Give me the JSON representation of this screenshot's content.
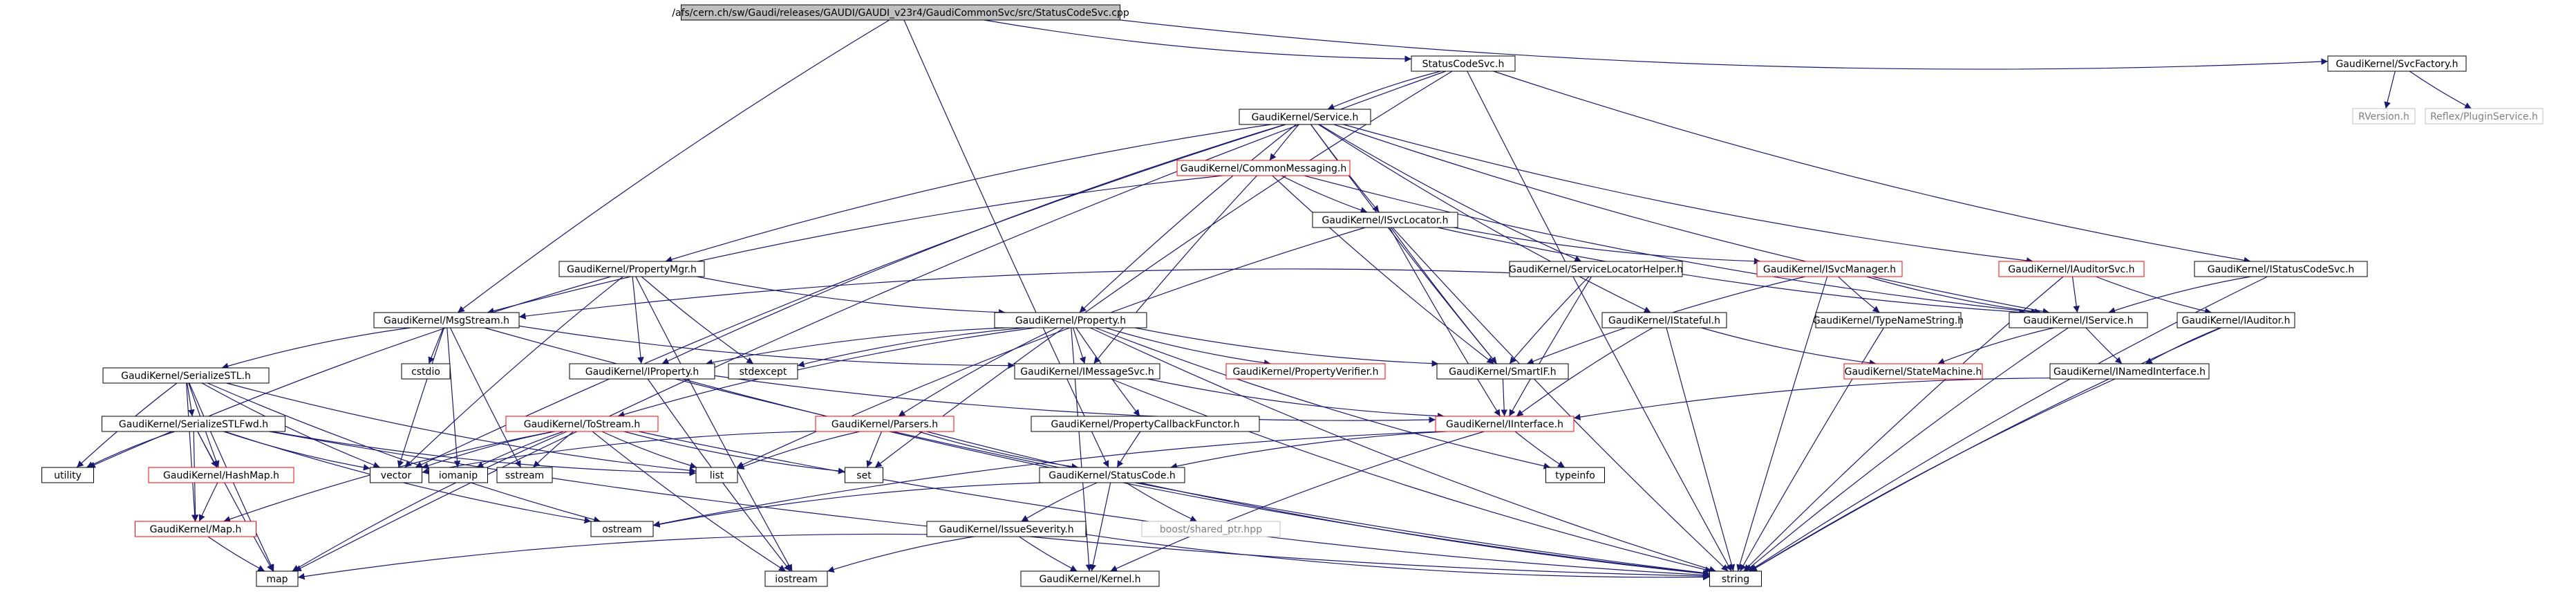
{
  "graph": {
    "colors": {
      "root_fill": "#bfbfbf",
      "node_fill": "#ffffff",
      "node_border": "#000000",
      "incomplete_border": "#ff0000",
      "external_border": "#bfbfbf",
      "external_text": "#808080",
      "edge": "#191970"
    },
    "nodes": [
      {
        "id": "root",
        "label": "/afs/cern.ch/sw/Gaudi/releases/GAUDI/GAUDI_v23r4/GaudiCommonSvc/src/StatusCodeSvc.cpp",
        "style": "root"
      },
      {
        "id": "statuscodesvc",
        "label": "StatusCodeSvc.h",
        "style": "normal"
      },
      {
        "id": "svcfactory",
        "label": "GaudiKernel/SvcFactory.h",
        "style": "normal"
      },
      {
        "id": "rversion",
        "label": "RVersion.h",
        "style": "external"
      },
      {
        "id": "pluginservice",
        "label": "Reflex/PluginService.h",
        "style": "external"
      },
      {
        "id": "service",
        "label": "GaudiKernel/Service.h",
        "style": "normal"
      },
      {
        "id": "commonmessaging",
        "label": "GaudiKernel/CommonMessaging.h",
        "style": "incomplete"
      },
      {
        "id": "isvclocator",
        "label": "GaudiKernel/ISvcLocator.h",
        "style": "normal"
      },
      {
        "id": "propertymgr",
        "label": "GaudiKernel/PropertyMgr.h",
        "style": "normal"
      },
      {
        "id": "servicelocatorhelper",
        "label": "GaudiKernel/ServiceLocatorHelper.h",
        "style": "normal"
      },
      {
        "id": "isvcmanager",
        "label": "GaudiKernel/ISvcManager.h",
        "style": "incomplete"
      },
      {
        "id": "iauditorsvc",
        "label": "GaudiKernel/IAuditorSvc.h",
        "style": "incomplete"
      },
      {
        "id": "istatuscodesvc",
        "label": "GaudiKernel/IStatusCodeSvc.h",
        "style": "normal"
      },
      {
        "id": "msgstream",
        "label": "GaudiKernel/MsgStream.h",
        "style": "normal"
      },
      {
        "id": "property",
        "label": "GaudiKernel/Property.h",
        "style": "normal"
      },
      {
        "id": "istateful",
        "label": "GaudiKernel/IStateful.h",
        "style": "normal"
      },
      {
        "id": "typenamestring",
        "label": "GaudiKernel/TypeNameString.h",
        "style": "normal"
      },
      {
        "id": "iservice",
        "label": "GaudiKernel/IService.h",
        "style": "normal"
      },
      {
        "id": "iauditor",
        "label": "GaudiKernel/IAuditor.h",
        "style": "normal"
      },
      {
        "id": "serializestl",
        "label": "GaudiKernel/SerializeSTL.h",
        "style": "normal"
      },
      {
        "id": "cstdio",
        "label": "cstdio",
        "style": "normal"
      },
      {
        "id": "iproperty",
        "label": "GaudiKernel/IProperty.h",
        "style": "normal"
      },
      {
        "id": "stdexcept",
        "label": "stdexcept",
        "style": "normal"
      },
      {
        "id": "imessagesvc",
        "label": "GaudiKernel/IMessageSvc.h",
        "style": "normal"
      },
      {
        "id": "propertyverifier",
        "label": "GaudiKernel/PropertyVerifier.h",
        "style": "incomplete"
      },
      {
        "id": "smartif",
        "label": "GaudiKernel/SmartIF.h",
        "style": "normal"
      },
      {
        "id": "statemachine",
        "label": "GaudiKernel/StateMachine.h",
        "style": "incomplete"
      },
      {
        "id": "inamedinterface",
        "label": "GaudiKernel/INamedInterface.h",
        "style": "normal"
      },
      {
        "id": "serializestlfwd",
        "label": "GaudiKernel/SerializeSTLFwd.h",
        "style": "normal"
      },
      {
        "id": "tostream",
        "label": "GaudiKernel/ToStream.h",
        "style": "incomplete"
      },
      {
        "id": "parsers",
        "label": "GaudiKernel/Parsers.h",
        "style": "incomplete"
      },
      {
        "id": "propertycallbackfunctor",
        "label": "GaudiKernel/PropertyCallbackFunctor.h",
        "style": "normal"
      },
      {
        "id": "iinterface",
        "label": "GaudiKernel/IInterface.h",
        "style": "incomplete"
      },
      {
        "id": "utility",
        "label": "utility",
        "style": "normal"
      },
      {
        "id": "hashmap",
        "label": "GaudiKernel/HashMap.h",
        "style": "incomplete"
      },
      {
        "id": "vector",
        "label": "vector",
        "style": "normal"
      },
      {
        "id": "iomanip",
        "label": "iomanip",
        "style": "normal"
      },
      {
        "id": "sstream",
        "label": "sstream",
        "style": "normal"
      },
      {
        "id": "list",
        "label": "list",
        "style": "normal"
      },
      {
        "id": "set",
        "label": "set",
        "style": "normal"
      },
      {
        "id": "statuscode",
        "label": "GaudiKernel/StatusCode.h",
        "style": "normal"
      },
      {
        "id": "typeinfo",
        "label": "typeinfo",
        "style": "normal"
      },
      {
        "id": "gmap",
        "label": "GaudiKernel/Map.h",
        "style": "incomplete"
      },
      {
        "id": "ostream",
        "label": "ostream",
        "style": "normal"
      },
      {
        "id": "boostsharedptr",
        "label": "boost/shared_ptr.hpp",
        "style": "external"
      },
      {
        "id": "issueseverity",
        "label": "GaudiKernel/IssueSeverity.h",
        "style": "normal"
      },
      {
        "id": "map",
        "label": "map",
        "style": "normal"
      },
      {
        "id": "iostream",
        "label": "iostream",
        "style": "normal"
      },
      {
        "id": "kernel",
        "label": "GaudiKernel/Kernel.h",
        "style": "normal"
      },
      {
        "id": "string",
        "label": "string",
        "style": "normal"
      }
    ],
    "edges": [
      [
        "root",
        "statuscodesvc"
      ],
      [
        "root",
        "svcfactory"
      ],
      [
        "root",
        "msgstream"
      ],
      [
        "root",
        "statuscode"
      ],
      [
        "svcfactory",
        "rversion"
      ],
      [
        "svcfactory",
        "pluginservice"
      ],
      [
        "statuscodesvc",
        "service"
      ],
      [
        "statuscodesvc",
        "istatuscodesvc"
      ],
      [
        "statuscodesvc",
        "map"
      ],
      [
        "statuscodesvc",
        "set"
      ],
      [
        "statuscodesvc",
        "string"
      ],
      [
        "service",
        "commonmessaging"
      ],
      [
        "service",
        "isvclocator"
      ],
      [
        "service",
        "propertymgr"
      ],
      [
        "service",
        "property"
      ],
      [
        "service",
        "servicelocatorhelper"
      ],
      [
        "service",
        "iservice"
      ],
      [
        "service",
        "iproperty"
      ],
      [
        "service",
        "istateful"
      ],
      [
        "service",
        "smartif"
      ],
      [
        "service",
        "iauditorsvc"
      ],
      [
        "service",
        "vector"
      ],
      [
        "commonmessaging",
        "isvclocator"
      ],
      [
        "commonmessaging",
        "msgstream"
      ],
      [
        "commonmessaging",
        "imessagesvc"
      ],
      [
        "commonmessaging",
        "smartif"
      ],
      [
        "commonmessaging",
        "iservice"
      ],
      [
        "isvclocator",
        "isvcmanager"
      ],
      [
        "isvclocator",
        "iservice"
      ],
      [
        "isvclocator",
        "smartif"
      ],
      [
        "isvclocator",
        "string"
      ],
      [
        "isvclocator",
        "list"
      ],
      [
        "isvclocator",
        "iinterface"
      ],
      [
        "propertymgr",
        "property"
      ],
      [
        "propertymgr",
        "iproperty"
      ],
      [
        "propertymgr",
        "stdexcept"
      ],
      [
        "propertymgr",
        "vector"
      ],
      [
        "propertymgr",
        "utility"
      ],
      [
        "propertymgr",
        "iostream"
      ],
      [
        "servicelocatorhelper",
        "msgstream"
      ],
      [
        "servicelocatorhelper",
        "iinterface"
      ],
      [
        "servicelocatorhelper",
        "smartif"
      ],
      [
        "isvcmanager",
        "iservice"
      ],
      [
        "isvcmanager",
        "smartif"
      ],
      [
        "isvcmanager",
        "typenamestring"
      ],
      [
        "isvcmanager",
        "string"
      ],
      [
        "iauditorsvc",
        "iservice"
      ],
      [
        "iauditorsvc",
        "iauditor"
      ],
      [
        "iauditorsvc",
        "string"
      ],
      [
        "istatuscodesvc",
        "iservice"
      ],
      [
        "istatuscodesvc",
        "string"
      ],
      [
        "msgstream",
        "serializestl"
      ],
      [
        "msgstream",
        "cstdio"
      ],
      [
        "msgstream",
        "imessagesvc"
      ],
      [
        "msgstream",
        "string"
      ],
      [
        "msgstream",
        "iomanip"
      ],
      [
        "msgstream",
        "vector"
      ],
      [
        "msgstream",
        "sstream"
      ],
      [
        "property",
        "stdexcept"
      ],
      [
        "property",
        "propertyverifier"
      ],
      [
        "property",
        "parsers"
      ],
      [
        "property",
        "tostream"
      ],
      [
        "property",
        "propertycallbackfunctor"
      ],
      [
        "property",
        "smartif"
      ],
      [
        "property",
        "iproperty"
      ],
      [
        "property",
        "string"
      ],
      [
        "property",
        "imessagesvc"
      ],
      [
        "property",
        "typeinfo"
      ],
      [
        "property",
        "kernel"
      ],
      [
        "istateful",
        "iinterface"
      ],
      [
        "istateful",
        "statemachine"
      ],
      [
        "istateful",
        "string"
      ],
      [
        "typenamestring",
        "string"
      ],
      [
        "iservice",
        "inamedinterface"
      ],
      [
        "iservice",
        "statemachine"
      ],
      [
        "iservice",
        "string"
      ],
      [
        "iauditor",
        "inamedinterface"
      ],
      [
        "iauditor",
        "string"
      ],
      [
        "serializestl",
        "serializestlfwd"
      ],
      [
        "serializestl",
        "vector"
      ],
      [
        "serializestl",
        "list"
      ],
      [
        "serializestl",
        "hashmap"
      ],
      [
        "serializestl",
        "gmap"
      ],
      [
        "serializestl",
        "ostream"
      ],
      [
        "serializestl",
        "utility"
      ],
      [
        "serializestl",
        "map"
      ],
      [
        "iproperty",
        "iinterface"
      ],
      [
        "iproperty",
        "string"
      ],
      [
        "iproperty",
        "iostream"
      ],
      [
        "imessagesvc",
        "iinterface"
      ],
      [
        "imessagesvc",
        "string"
      ],
      [
        "smartif",
        "iinterface"
      ],
      [
        "inamedinterface",
        "iinterface"
      ],
      [
        "inamedinterface",
        "string"
      ],
      [
        "serializestlfwd",
        "vector"
      ],
      [
        "serializestlfwd",
        "list"
      ],
      [
        "serializestlfwd",
        "hashmap"
      ],
      [
        "serializestlfwd",
        "gmap"
      ],
      [
        "serializestlfwd",
        "map"
      ],
      [
        "serializestlfwd",
        "utility"
      ],
      [
        "serializestlfwd",
        "string"
      ],
      [
        "serializestlfwd",
        "ostream"
      ],
      [
        "tostream",
        "iomanip"
      ],
      [
        "tostream",
        "sstream"
      ],
      [
        "tostream",
        "list"
      ],
      [
        "tostream",
        "vector"
      ],
      [
        "tostream",
        "set"
      ],
      [
        "tostream",
        "map"
      ],
      [
        "tostream",
        "gmap"
      ],
      [
        "tostream",
        "string"
      ],
      [
        "tostream",
        "iostream"
      ],
      [
        "parsers",
        "list"
      ],
      [
        "parsers",
        "set"
      ],
      [
        "parsers",
        "statuscode"
      ],
      [
        "parsers",
        "string"
      ],
      [
        "parsers",
        "vector"
      ],
      [
        "propertycallbackfunctor",
        "statuscode"
      ],
      [
        "iinterface",
        "statuscode"
      ],
      [
        "iinterface",
        "typeinfo"
      ],
      [
        "iinterface",
        "kernel"
      ],
      [
        "iinterface",
        "ostream"
      ],
      [
        "hashmap",
        "gmap"
      ],
      [
        "statuscode",
        "ostream"
      ],
      [
        "statuscode",
        "boostsharedptr"
      ],
      [
        "statuscode",
        "issueseverity"
      ],
      [
        "statuscode",
        "kernel"
      ],
      [
        "gmap",
        "map"
      ],
      [
        "issueseverity",
        "map"
      ],
      [
        "issueseverity",
        "string"
      ],
      [
        "issueseverity",
        "iostream"
      ],
      [
        "issueseverity",
        "kernel"
      ]
    ]
  }
}
